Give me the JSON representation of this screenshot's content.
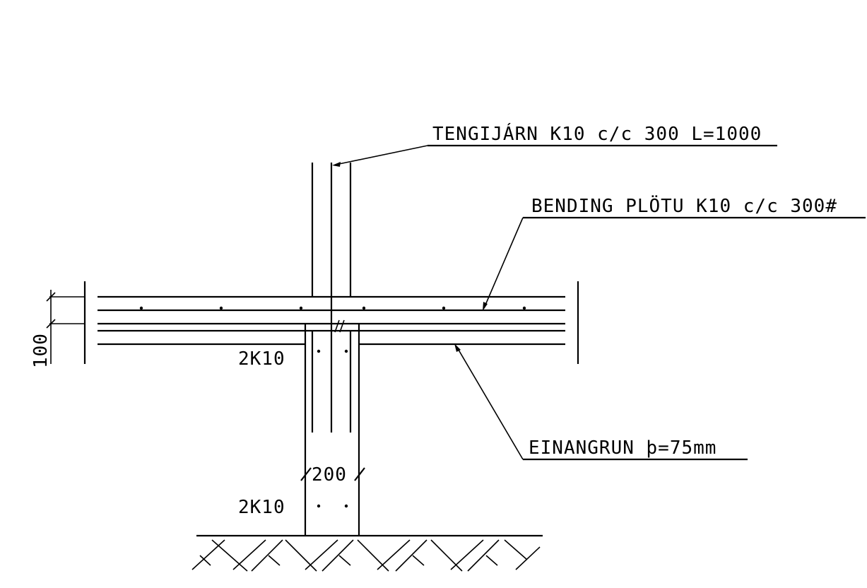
{
  "drawing": {
    "colors": {
      "line": "#000000",
      "background": "#ffffff"
    },
    "labels": {
      "tie_bar": "TENGIJÁRN K10 c/c 300 L=1000",
      "slab_rebar": "BENDING PLÖTU K10 c/c 300#",
      "insulation": "EINANGRUN þ=75mm",
      "wall_width_dim": "200",
      "slab_thickness_dim": "100",
      "top_rebar": "2K10",
      "bottom_rebar": "2K10"
    }
  }
}
